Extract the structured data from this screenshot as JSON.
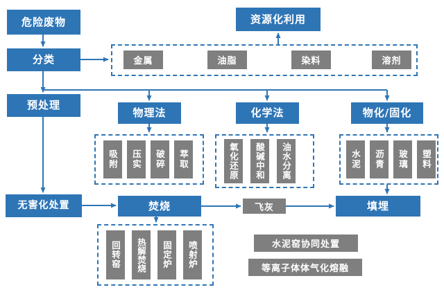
{
  "colors": {
    "node_blue": "#2e75b6",
    "box_gray": "#7f7f7f"
  },
  "flowchart": {
    "hazardous_waste": "危险废物",
    "resource_utilization": "资源化利用",
    "classification": "分类",
    "recyclable_types": [
      "金属",
      "油脂",
      "染料",
      "溶剂"
    ],
    "pretreatment": "预处理",
    "methods": {
      "physical": "物理法",
      "chemical": "化学法",
      "solidification": "物化/固化"
    },
    "physical_techniques": [
      "吸附",
      "压实",
      "破碎",
      "萃取"
    ],
    "chemical_techniques": [
      "氧化还原",
      "酸碱中和",
      "油水分离"
    ],
    "solidification_materials": [
      "水泥",
      "沥青",
      "玻璃",
      "塑料"
    ],
    "harmless_disposal": "无害化处置",
    "incineration": "焚烧",
    "fly_ash": "飞灰",
    "landfill": "填埋",
    "incinerator_types": [
      "回转窑",
      "热解焚烧",
      "固定炉",
      "喷射炉"
    ],
    "other_disposal": [
      "水泥窑协同处置",
      "等离子体体气化熔融"
    ]
  }
}
